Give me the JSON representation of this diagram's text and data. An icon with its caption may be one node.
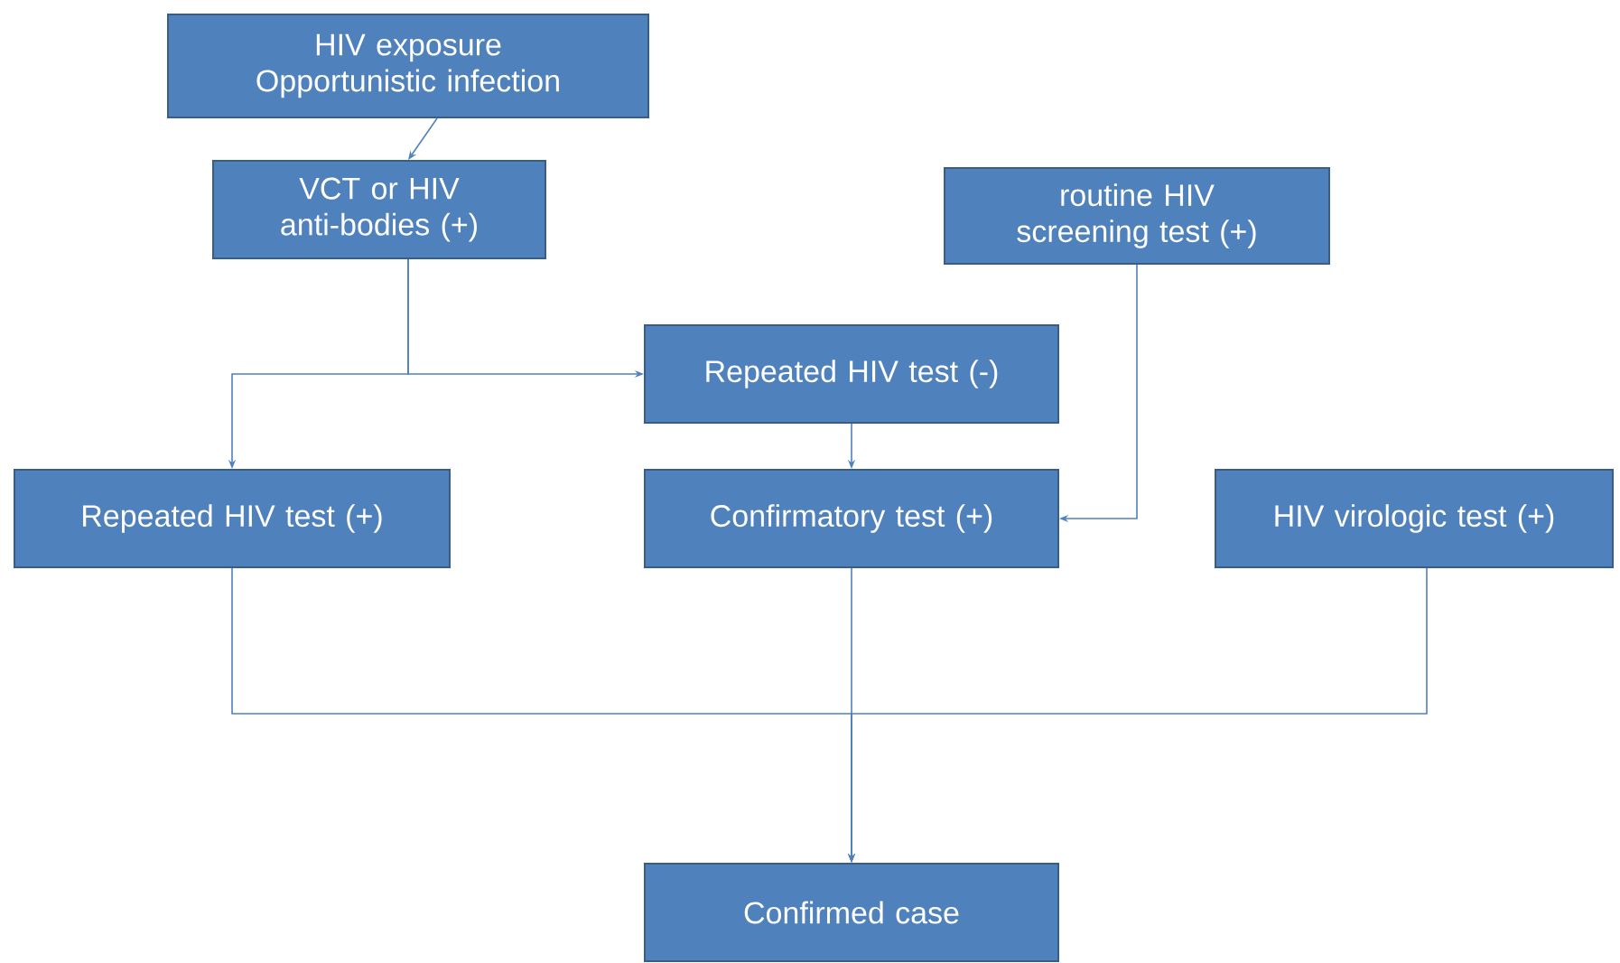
{
  "diagram": {
    "nodes": [
      {
        "text": [
          "HIV exposure",
          "Opportunistic infection"
        ]
      },
      {
        "text": [
          "VCT or HIV anti-bodies (+)"
        ]
      },
      {
        "text": [
          "routine HIV screening test (+)"
        ]
      },
      {
        "text": [
          "Repeated HIV test (-)"
        ]
      },
      {
        "text": [
          "Repeated HIV test (+)"
        ]
      },
      {
        "text": [
          "Confirmatory test (+)"
        ]
      },
      {
        "text": [
          "HIV virologic test (+)"
        ]
      },
      {
        "text": [
          "Confirmed case"
        ]
      }
    ],
    "edges": [
      {
        "from": 0,
        "to": 1,
        "arrow": "to"
      },
      {
        "from": 1,
        "to": 3,
        "arrow": "to"
      },
      {
        "from": 1,
        "to": 4,
        "arrow": "to"
      },
      {
        "from": 3,
        "to": 5,
        "arrow": "to"
      },
      {
        "from": 2,
        "to": 5,
        "arrow": "to"
      },
      {
        "from": 4,
        "to": 7,
        "arrow": "to"
      },
      {
        "from": 5,
        "to": 7,
        "arrow": "to"
      },
      {
        "from": 6,
        "to": 7,
        "arrow": "to"
      }
    ]
  }
}
